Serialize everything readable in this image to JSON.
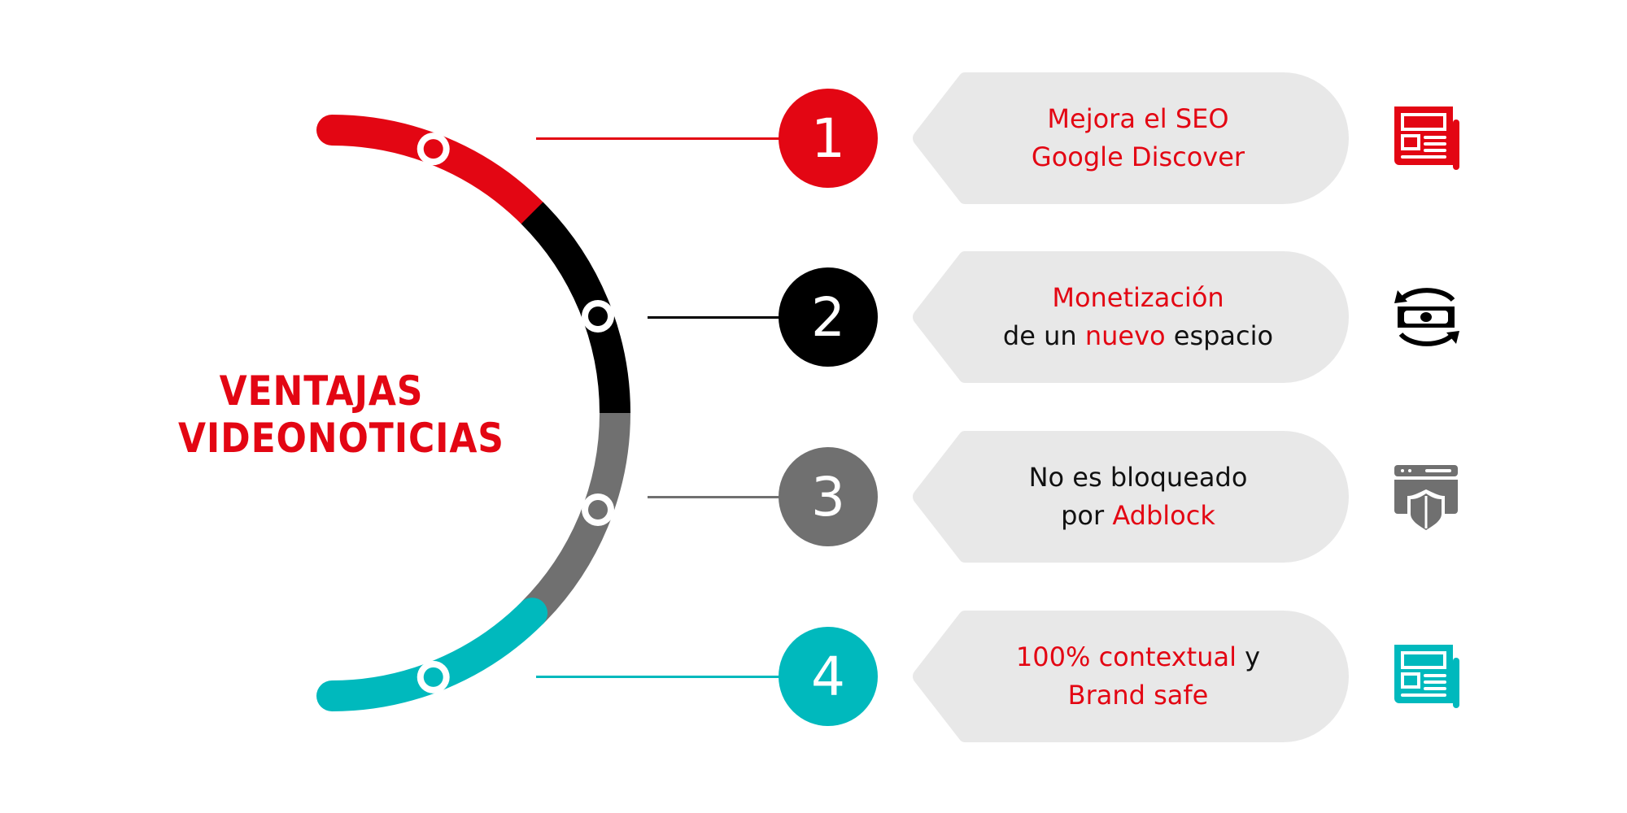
{
  "title": {
    "line1": "VENTAJAS",
    "line2": "VIDEONOTICIAS"
  },
  "colors": {
    "red": "#e30613",
    "black": "#000000",
    "gray": "#707070",
    "teal": "#00b9bd",
    "pill": "#e8e8e8"
  },
  "items": [
    {
      "number": "1",
      "color": "#e30613",
      "icon": "newspaper-icon",
      "line1": [
        {
          "t": "Mejora el SEO",
          "red": true
        }
      ],
      "line2": [
        {
          "t": "Google Discover",
          "red": true
        }
      ]
    },
    {
      "number": "2",
      "color": "#000000",
      "icon": "money-exchange-icon",
      "line1": [
        {
          "t": "Monetización",
          "red": true
        }
      ],
      "line2": [
        {
          "t": "de un ",
          "red": false
        },
        {
          "t": "nuevo",
          "red": true
        },
        {
          "t": " espacio",
          "red": false
        }
      ]
    },
    {
      "number": "3",
      "color": "#707070",
      "icon": "browser-shield-icon",
      "line1": [
        {
          "t": "No es bloqueado",
          "red": false
        }
      ],
      "line2": [
        {
          "t": "por ",
          "red": false
        },
        {
          "t": "Adblock",
          "red": true
        }
      ]
    },
    {
      "number": "4",
      "color": "#00b9bd",
      "icon": "newspaper-icon",
      "line1": [
        {
          "t": "100% contextual",
          "red": true
        },
        {
          "t": " y",
          "red": false
        }
      ],
      "line2": [
        {
          "t": "Brand safe",
          "red": true
        }
      ]
    }
  ]
}
